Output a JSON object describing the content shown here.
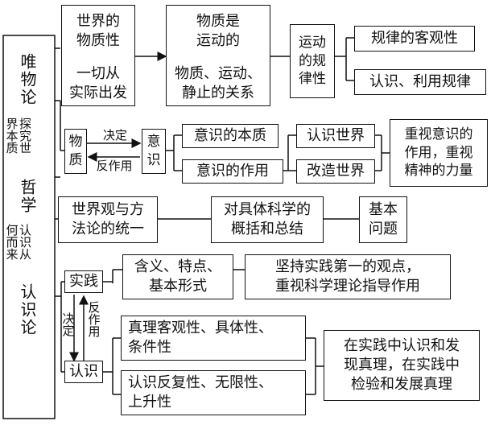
{
  "left_column": {
    "materialism": "唯物论",
    "philosophy": "哲学",
    "epistemology": "认识论",
    "explore_world_essence": [
      "探究世",
      "界本质"
    ],
    "where_from": [
      "认识从",
      "何而来"
    ]
  },
  "top_row": {
    "world_material": "世界的\n物质性",
    "from_reality": "一切从\n实际出发",
    "matter_moving": "物质是\n运动的",
    "matter_motion_rest": "物质、运动、\n静止的关系",
    "motion_law": "运动\n的规\n律性",
    "law_objective": "规律的客观性",
    "know_use_law": "认识、利用规律"
  },
  "consciousness_row": {
    "matter": "物\n质",
    "decides": "决定",
    "reacts": "反作用",
    "consciousness": "意\n识",
    "nature": "意识的本质",
    "role": "意识的作用",
    "know_world": "认识世界",
    "transform_world": "改造世界",
    "value_role": "重视意识的\n作用，重视\n精神的力量"
  },
  "philosophy_row": {
    "unity": "世界观与方\n法论的统一",
    "summary": "对具体科学的\n概括和总结",
    "basic_question": "基本\n问题"
  },
  "practice_row": {
    "practice": "实践",
    "meaning": "含义、特点、\n基本形式",
    "adhere": "坚持实践第一的观点，\n重视科学理论指导作用",
    "decides": "决定",
    "reacts": "反作用",
    "knowledge": "认识",
    "truth_nature": "真理客观性、具体性、\n条件性",
    "knowledge_nature": "认识反复性、无限性、\n上升性",
    "discover_truth": "在实践中认识和发\n现真理，在实践中\n检验和发展真理"
  }
}
